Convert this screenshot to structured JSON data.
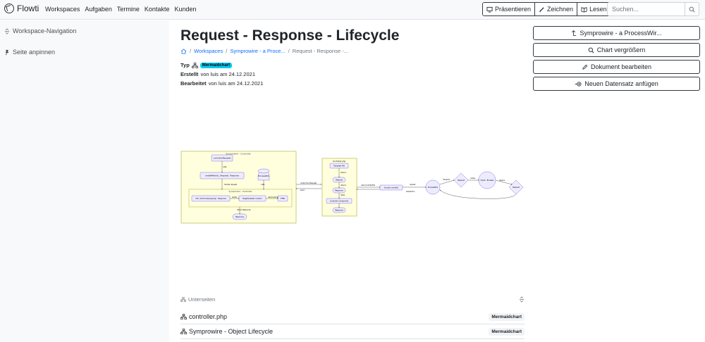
{
  "navbar": {
    "brand": "Flowti",
    "links": [
      "Workspaces",
      "Aufgaben",
      "Termine",
      "Kontakte",
      "Kunden"
    ],
    "buttons": {
      "present": "Präsentieren",
      "draw": "Zeichnen",
      "read": "Lesen"
    },
    "search_placeholder": "Suchen..."
  },
  "sidebar": {
    "workspace_nav": "Workspace-Navigation",
    "pin_page": "Seite anpinnen"
  },
  "page": {
    "title": "Request - Response - Lifecycle",
    "breadcrumb": [
      "Workspaces",
      "Symprowire - a Proce...",
      "Request - Response -..."
    ],
    "type_label": "Typ",
    "type_value": "Mermaidchart",
    "created_label": "Erstellt",
    "created_text": "von luis am 24.12.2021",
    "edited_label": "Bearbeitet",
    "edited_text": "von luis am 24.12.2021"
  },
  "diagram": {
    "group1_title": "Symprowire - Controller",
    "group1_sub_title": "Symprowire - Controller",
    "group2_title": "Controller.php",
    "nodes": {
      "n1": "controller(Request)",
      "n2": "createMethod(...Request) : Response",
      "n3": "ProcessWire",
      "n4": "Urlt \\ DoctrineQuery(req) : Response",
      "n5": "Twig(Template 'render')",
      "n6": "HTML",
      "n7": "Response",
      "m1": "Template File",
      "m2": "Request",
      "m3": "Response",
      "m4": "Controller Component",
      "m5": "Response",
      "r1": "function render()",
      "r2": "ProcessWire",
      "r3": "Request",
      "r4": "Client - Browser",
      "r5": "Request"
    },
    "edge_labels": {
      "e1": "calls",
      "e2": "handle request",
      "e3": "calls",
      "e4": "render",
      "e5": "return Response",
      "e6": "route from Request",
      "e7": "send",
      "e8": "returns",
      "e9": "returns",
      "e10": "ready",
      "e11": "returns string",
      "e12": "calls ControllerFile",
      "e13": "request",
      "e14": "abstraction",
      "e15": "transport",
      "e16": "routes",
      "e17": "resolve"
    }
  },
  "subpages": {
    "heading": "Unterseiten",
    "items": [
      {
        "label": "controller.php",
        "badge": "Mermaidchart"
      },
      {
        "label": "Symprowire - Object Lifecycle",
        "badge": "Mermaidchart"
      }
    ]
  },
  "actions": {
    "parent": "Symprowire - a ProcessWir...",
    "zoom": "Chart vergrößern",
    "edit": "Dokument bearbeiten",
    "add_record": "Neuen Datensatz anfügen"
  },
  "colors": {
    "diagram_group_bg": "#ffffde",
    "diagram_group_border": "#aaaa33",
    "diagram_node_bg": "#ececff",
    "diagram_node_border": "#9370db",
    "badge_cyan": "#0dcaf0",
    "link": "#0d6efd"
  }
}
